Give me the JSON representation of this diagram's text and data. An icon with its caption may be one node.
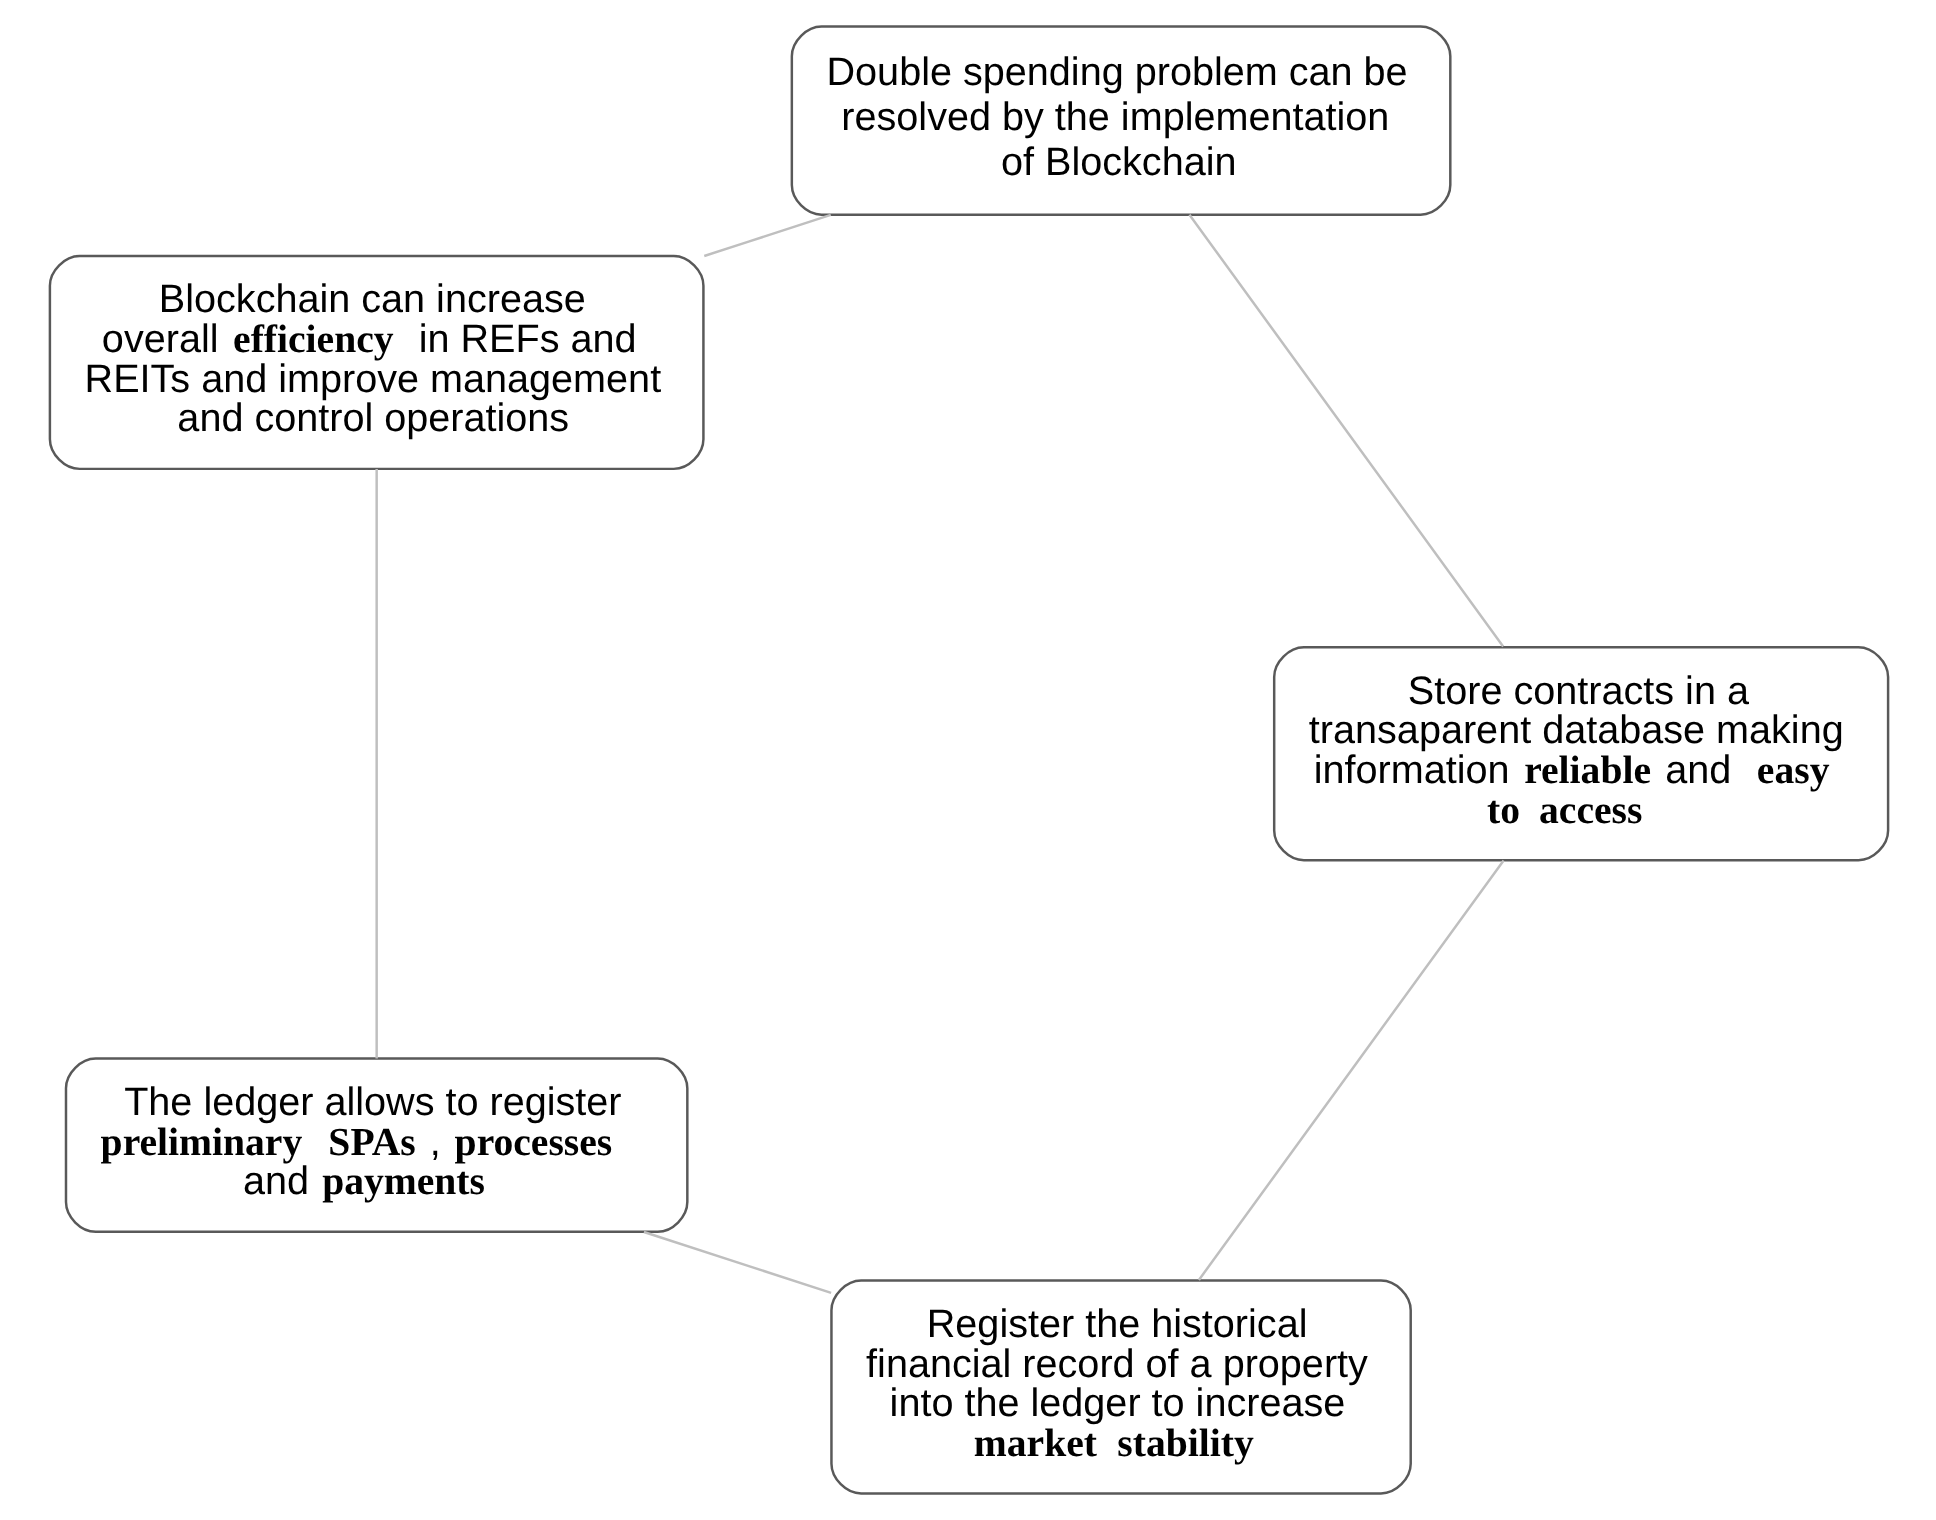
{
  "diagram": {
    "nodes": [
      {
        "text": [
          "Register the historical financial record of a property into the ledger to increase **market stability**"
        ]
      },
      {
        "text": [
          "Store contracts in a transaparent database making information **reliable** and **easy to access**"
        ]
      },
      {
        "text": [
          "The ledger allows to register **preliminary SPAs**, **processes** and **payments**"
        ]
      },
      {
        "text": [
          "Double spending problem can be resolved by the implementation of Blockchain"
        ]
      },
      {
        "text": [
          "Blockchain can increase overall **efficiency** in REFs and REITs and improve management and control operations"
        ]
      }
    ],
    "edges": [
      {
        "from": 0,
        "to": 2,
        "arrow": "none"
      },
      {
        "from": 2,
        "to": 4,
        "arrow": "none"
      },
      {
        "from": 4,
        "to": 3,
        "arrow": "none"
      },
      {
        "from": 3,
        "to": 1,
        "arrow": "none"
      },
      {
        "from": 1,
        "to": 0,
        "arrow": "none"
      }
    ]
  }
}
